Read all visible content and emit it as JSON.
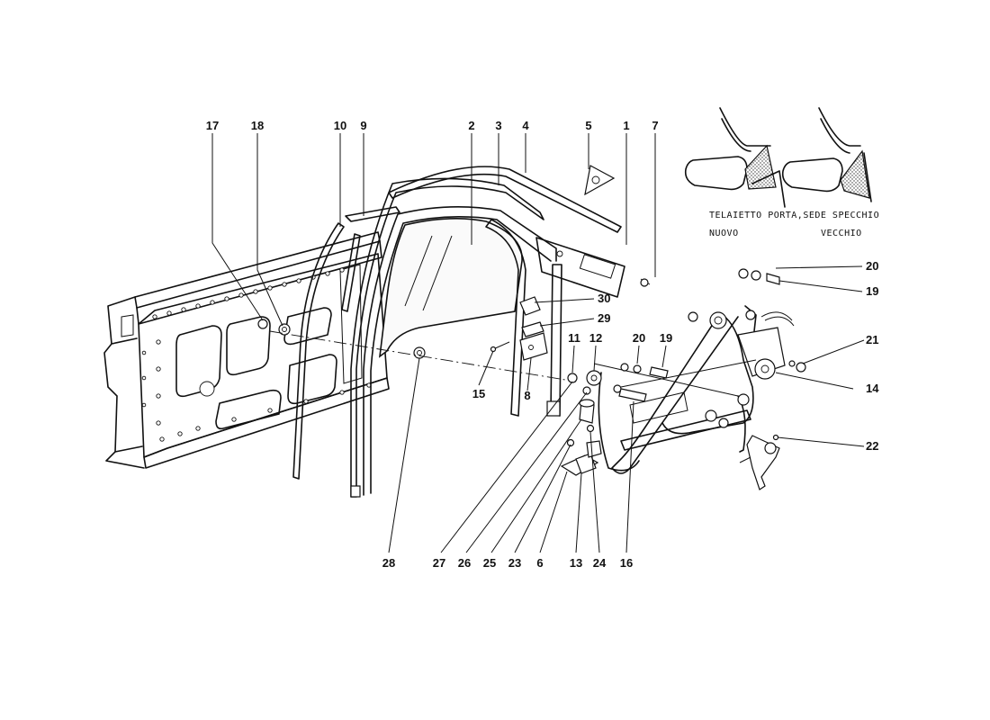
{
  "inset": {
    "caption": "TELAIETTO PORTA,SEDE SPECCHIO",
    "new_label": "NUOVO",
    "old_label": "VECCHIO"
  },
  "callouts": [
    {
      "id": "17",
      "text": "17"
    },
    {
      "id": "18",
      "text": "18"
    },
    {
      "id": "10",
      "text": "10"
    },
    {
      "id": "9",
      "text": "9"
    },
    {
      "id": "2",
      "text": "2"
    },
    {
      "id": "3",
      "text": "3"
    },
    {
      "id": "4",
      "text": "4"
    },
    {
      "id": "5",
      "text": "5"
    },
    {
      "id": "1",
      "text": "1"
    },
    {
      "id": "7",
      "text": "7"
    },
    {
      "id": "20a",
      "text": "20"
    },
    {
      "id": "19a",
      "text": "19"
    },
    {
      "id": "30",
      "text": "30"
    },
    {
      "id": "29",
      "text": "29"
    },
    {
      "id": "11",
      "text": "11"
    },
    {
      "id": "12",
      "text": "12"
    },
    {
      "id": "20b",
      "text": "20"
    },
    {
      "id": "19b",
      "text": "19"
    },
    {
      "id": "21",
      "text": "21"
    },
    {
      "id": "14",
      "text": "14"
    },
    {
      "id": "15",
      "text": "15"
    },
    {
      "id": "8",
      "text": "8"
    },
    {
      "id": "22",
      "text": "22"
    },
    {
      "id": "28",
      "text": "28"
    },
    {
      "id": "27",
      "text": "27"
    },
    {
      "id": "26",
      "text": "26"
    },
    {
      "id": "25",
      "text": "25"
    },
    {
      "id": "23",
      "text": "23"
    },
    {
      "id": "6",
      "text": "6"
    },
    {
      "id": "13",
      "text": "13"
    },
    {
      "id": "24",
      "text": "24"
    },
    {
      "id": "16",
      "text": "16"
    }
  ]
}
